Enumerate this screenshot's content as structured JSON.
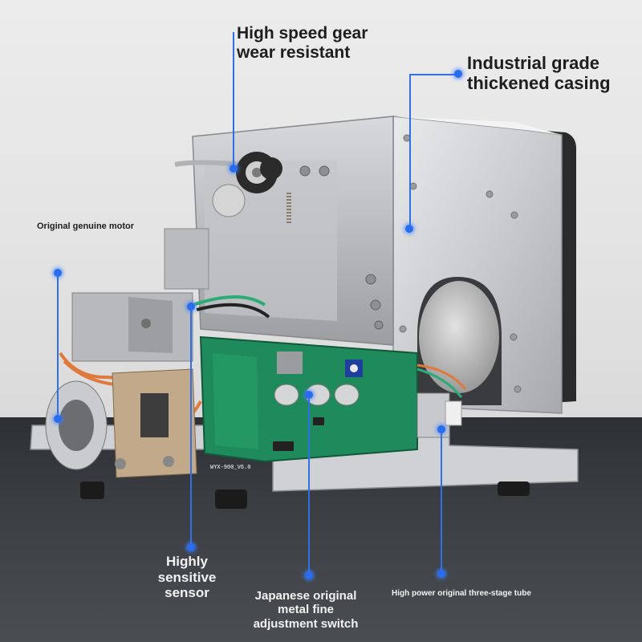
{
  "labels": {
    "gear": [
      "High speed gear",
      "wear resistant"
    ],
    "casing": [
      "Industrial grade",
      "thickened casing"
    ],
    "motor": "Original genuine motor",
    "sensor": [
      "Highly",
      "sensitive",
      "sensor"
    ],
    "switch": [
      "Japanese original",
      "metal fine",
      "adjustment switch"
    ],
    "tube": "High power original three-stage tube",
    "board": "WYX-900_V6.0"
  },
  "colors": {
    "accent": "#2f6fe8",
    "background_top": "#e6e6e6",
    "background_bottom": "#3a3d42"
  }
}
